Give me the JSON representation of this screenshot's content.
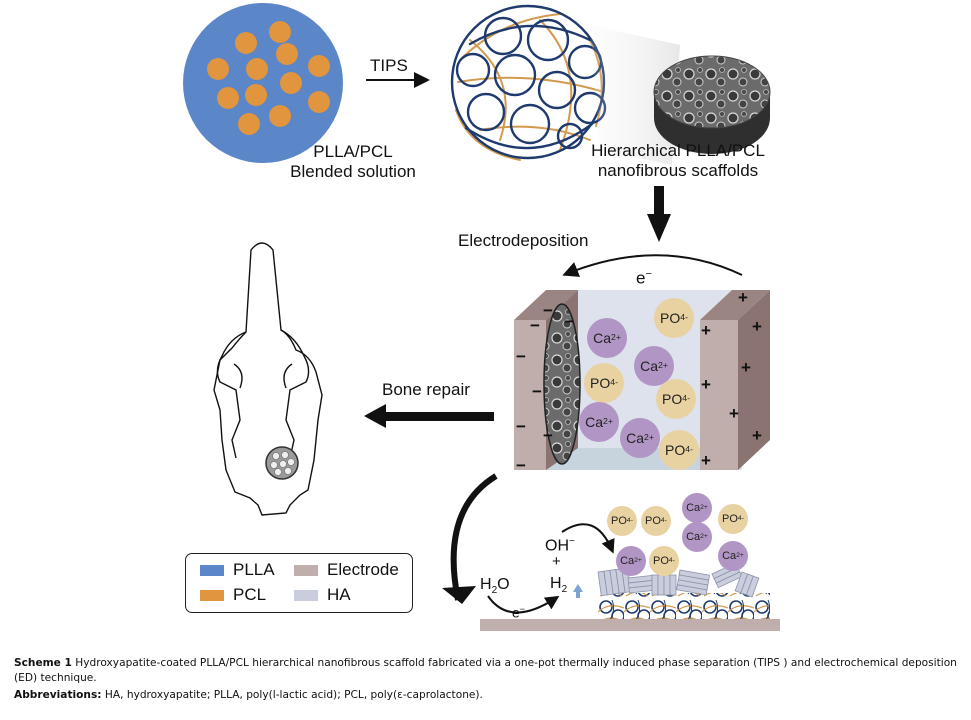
{
  "figure": {
    "step1": {
      "label_line1": "PLLA/PCL",
      "label_line2": "Blended solution"
    },
    "arrow_tips": "TIPS",
    "step2": {
      "label_line1": "Hierarchical PLLA/PCL",
      "label_line2": "nanofibrous scaffolds"
    },
    "electrodeposition_label": "Electrodeposition",
    "electron_label": "e",
    "electron_sup": "−",
    "bone_repair_label": "Bone repair",
    "cell_ions": [
      {
        "type": "ca",
        "text": "Ca",
        "sup": "2+"
      },
      {
        "type": "po",
        "text": "PO",
        "sup": "4-"
      },
      {
        "type": "ca",
        "text": "Ca",
        "sup": "2+"
      },
      {
        "type": "po",
        "text": "PO",
        "sup": "4-"
      },
      {
        "type": "po",
        "text": "PO",
        "sup": "4-"
      },
      {
        "type": "ca",
        "text": "Ca",
        "sup": "2+"
      },
      {
        "type": "ca",
        "text": "Ca",
        "sup": "2+"
      },
      {
        "type": "po",
        "text": "PO",
        "sup": "4-"
      }
    ],
    "surface_ions": [
      {
        "type": "po",
        "text": "PO",
        "sup": "4-"
      },
      {
        "type": "po",
        "text": "PO",
        "sup": "4-"
      },
      {
        "type": "ca",
        "text": "Ca",
        "sup": "2+"
      },
      {
        "type": "po",
        "text": "PO",
        "sup": "4-"
      },
      {
        "type": "ca",
        "text": "Ca",
        "sup": "2+"
      },
      {
        "type": "ca",
        "text": "Ca",
        "sup": "2+"
      },
      {
        "type": "po",
        "text": "PO",
        "sup": "4-"
      },
      {
        "type": "ca",
        "text": "Ca",
        "sup": "2+"
      }
    ],
    "negative_sign": "−",
    "positive_sign": "+",
    "reaction": {
      "water": "H",
      "water_sub": "2",
      "water_tail": "O",
      "electron": "e",
      "electron_sup": "−",
      "hydroxide": "OH",
      "hydroxide_sup": "−",
      "plus": "+",
      "hydrogen": "H",
      "hydrogen_sub": "2"
    },
    "legend": [
      {
        "label": "PLLA",
        "color": "#5b86c8"
      },
      {
        "label": "Electrode",
        "color": "#bfaeab"
      },
      {
        "label": "PCL",
        "color": "#e0953e"
      },
      {
        "label": "HA",
        "color": "#c9cddd"
      }
    ],
    "colors": {
      "plla": "#5b86c8",
      "pcl": "#e0953e",
      "electrode": "#bfaeab",
      "electrode_dark": "#8a7370",
      "ha": "#c9cddd",
      "calcium": "#b195c5",
      "phosphate": "#e8d2a2",
      "fiber_blue": "#1f3a6e",
      "fiber_orange": "#d29a4e"
    }
  },
  "caption": {
    "scheme_label": "Scheme 1",
    "scheme_text": "Hydroxyapatite-coated PLLA/PCL hierarchical nanofibrous scaffold fabricated via a one-pot thermally induced phase separation (TIPS ) and electrochemical deposition (ED) technique.",
    "abbrev_label": "Abbreviations:",
    "abbrev_text": "HA, hydroxyapatite; PLLA, poly(l-lactic acid); PCL, poly(ε-caprolactone)."
  }
}
